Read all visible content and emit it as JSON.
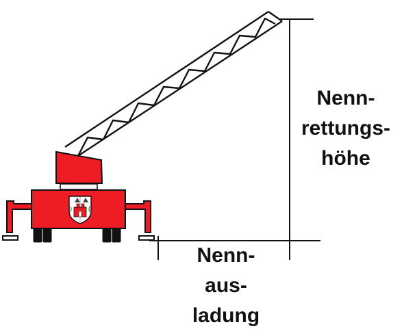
{
  "labels": {
    "rescue_height": [
      "Nenn-",
      "rettungs-",
      "höhe"
    ],
    "reach": [
      "Nenn-",
      "aus-",
      "ladung"
    ]
  },
  "colors": {
    "vehicle_red": "#ee1c24",
    "outline": "#111111",
    "ladder": "#111111",
    "background": "#ffffff"
  },
  "icons": {
    "emblem": "coat-of-arms-icon"
  }
}
